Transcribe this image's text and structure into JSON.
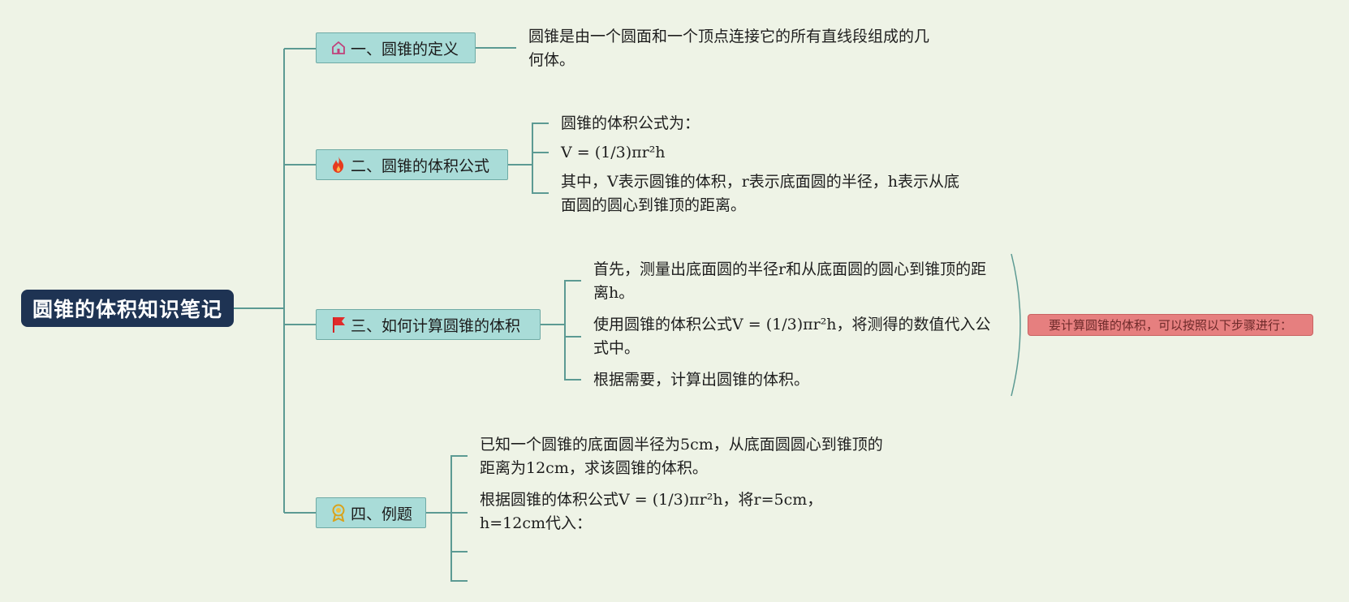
{
  "root": {
    "title": "圆锥的体积知识笔记"
  },
  "branches": [
    {
      "id": "b1",
      "title": "一、圆锥的定义",
      "icon": "home-icon",
      "leaves": [
        {
          "text": "圆锥是由一个圆面和一个顶点连接它的所有直线段组成的几何体。"
        }
      ]
    },
    {
      "id": "b2",
      "title": "二、圆锥的体积公式",
      "icon": "fire-icon",
      "leaves": [
        {
          "text": "圆锥的体积公式为："
        },
        {
          "text": "V = (1/3)πr²h"
        },
        {
          "text": "其中，V表示圆锥的体积，r表示底面圆的半径，h表示从底面圆的圆心到锥顶的距离。"
        }
      ]
    },
    {
      "id": "b3",
      "title": "三、如何计算圆锥的体积",
      "icon": "flag-icon",
      "summary": "要计算圆锥的体积，可以按照以下步骤进行：",
      "leaves": [
        {
          "text": "首先，测量出底面圆的半径r和从底面圆的圆心到锥顶的距离h。"
        },
        {
          "text": "使用圆锥的体积公式V = (1/3)πr²h，将测得的数值代入公式中。"
        },
        {
          "text": "根据需要，计算出圆锥的体积。"
        }
      ]
    },
    {
      "id": "b4",
      "title": "四、例题",
      "icon": "award-icon",
      "leaves": [
        {
          "text": "已知一个圆锥的底面圆半径为5cm，从底面圆圆心到锥顶的距离为12cm，求该圆锥的体积。"
        },
        {
          "text": "根据圆锥的体积公式V = (1/3)πr²h，将r=5cm，h=12cm代入："
        },
        {
          "text": ""
        },
        {
          "text": ""
        }
      ]
    }
  ],
  "colors": {
    "connector": "#5c9a93",
    "root_bg": "#1e3353",
    "branch_bg": "#a9dcd8",
    "summary_bg": "#e67f7f"
  }
}
